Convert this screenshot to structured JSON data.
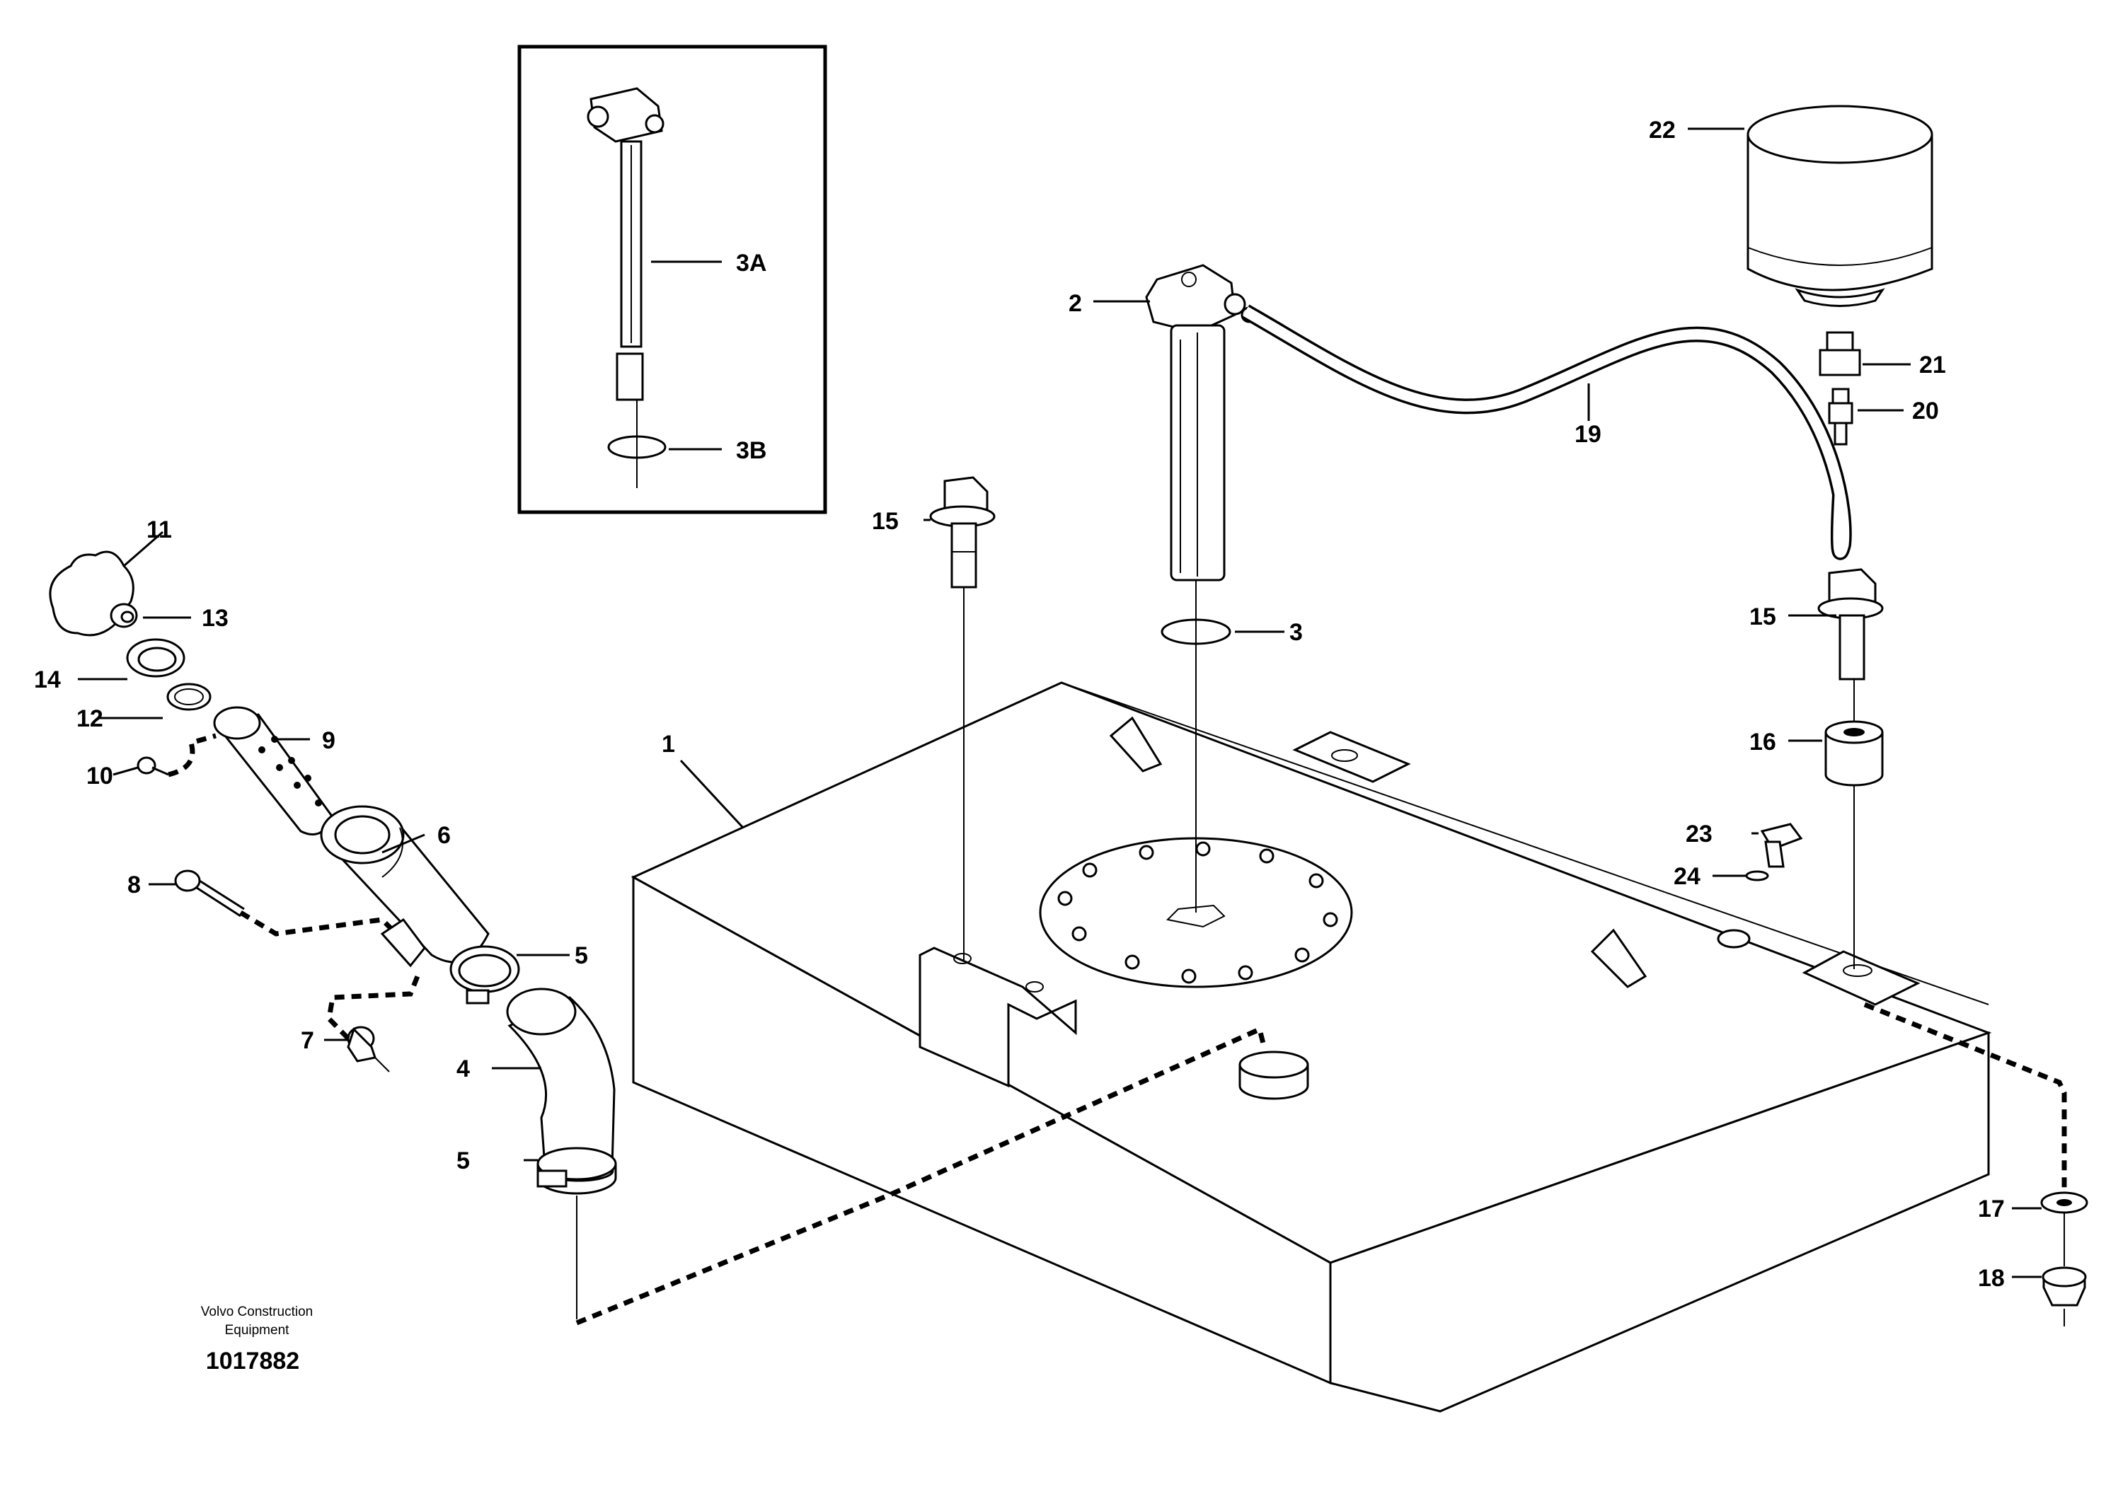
{
  "drawing_id": "1017882",
  "publisher_line1": "Volvo Construction",
  "publisher_line2": "Equipment",
  "callouts": {
    "c1": "1",
    "c2": "2",
    "c3": "3",
    "c3a": "3A",
    "c3b": "3B",
    "c4": "4",
    "c5a": "5",
    "c5b": "5",
    "c6": "6",
    "c7": "7",
    "c8": "8",
    "c9": "9",
    "c10": "10",
    "c11": "11",
    "c12": "12",
    "c13": "13",
    "c14": "14",
    "c15a": "15",
    "c15b": "15",
    "c16": "16",
    "c17": "17",
    "c18": "18",
    "c19": "19",
    "c20": "20",
    "c21": "21",
    "c22": "22",
    "c23": "23",
    "c24": "24"
  }
}
